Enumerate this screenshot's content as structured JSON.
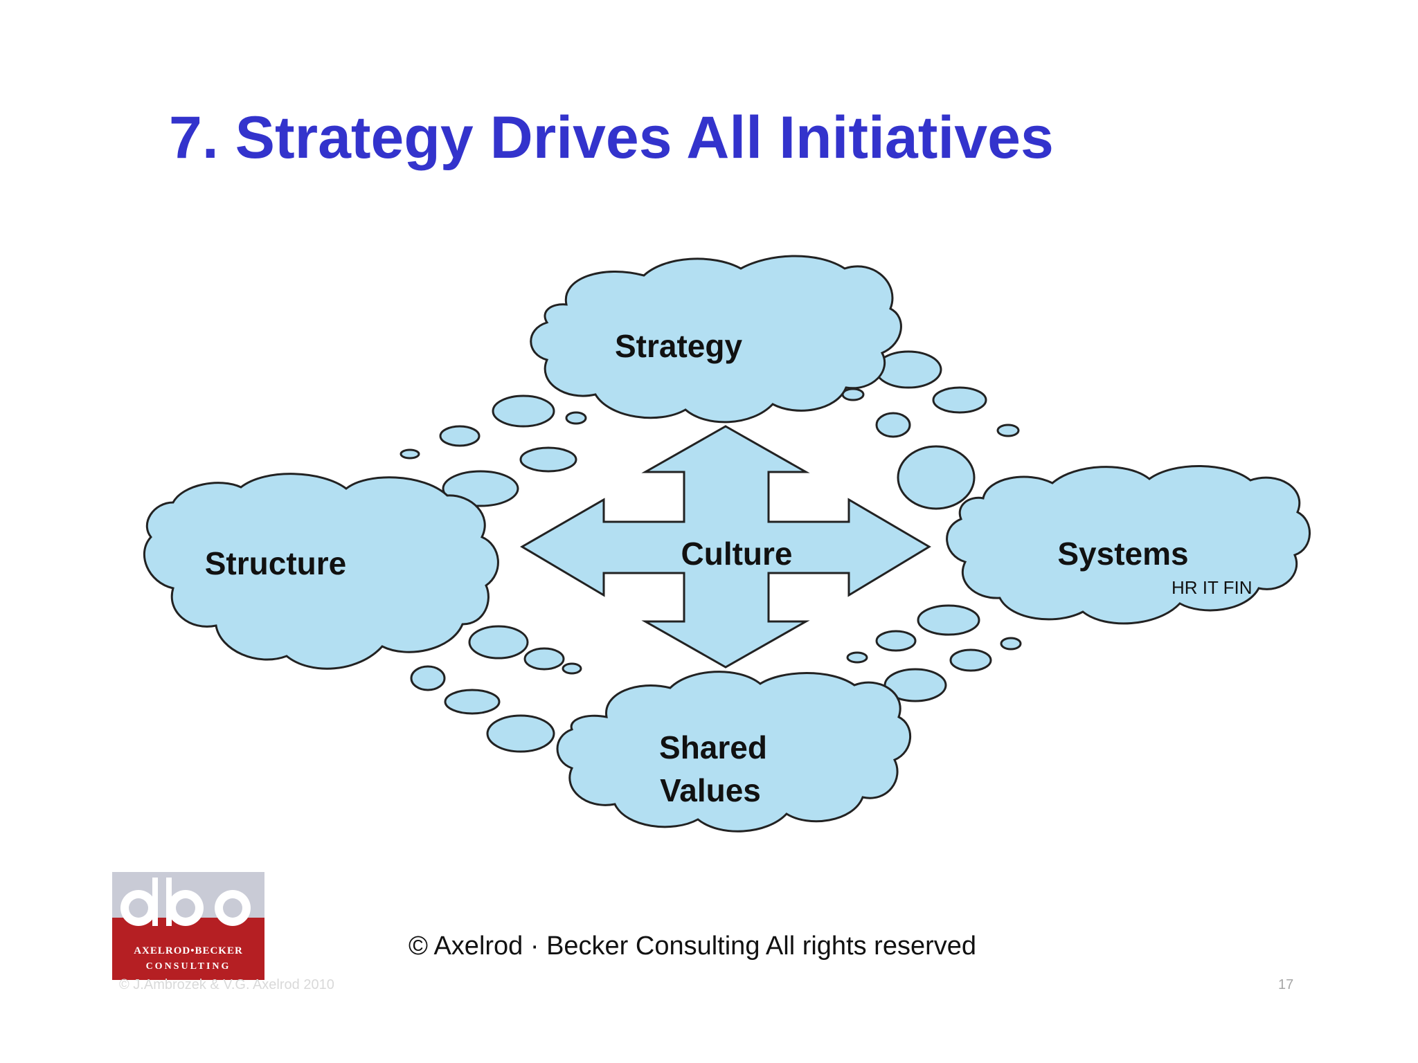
{
  "slide": {
    "title": "7. Strategy Drives All Initiatives",
    "copyright": "© Axelrod · Becker Consulting  All rights reserved",
    "footer_left": "© J.Ambrozek & V.G. Axelrod 2010",
    "page_number": "17"
  },
  "diagram": {
    "nodes": {
      "strategy": "Strategy",
      "structure": "Structure",
      "systems": "Systems",
      "systems_sub": "HR IT FIN",
      "shared_values_line1": "Shared",
      "shared_values_line2": "Values",
      "culture": "Culture"
    },
    "colors": {
      "cloud_fill": "#b3dff2",
      "cloud_stroke": "#222222",
      "title": "#3333cc"
    }
  },
  "logo": {
    "text_line1": "AXELROD•BECKER",
    "text_line2": "CONSULTING",
    "colors": {
      "top": "#c9cbd6",
      "bottom": "#b51f23"
    }
  }
}
